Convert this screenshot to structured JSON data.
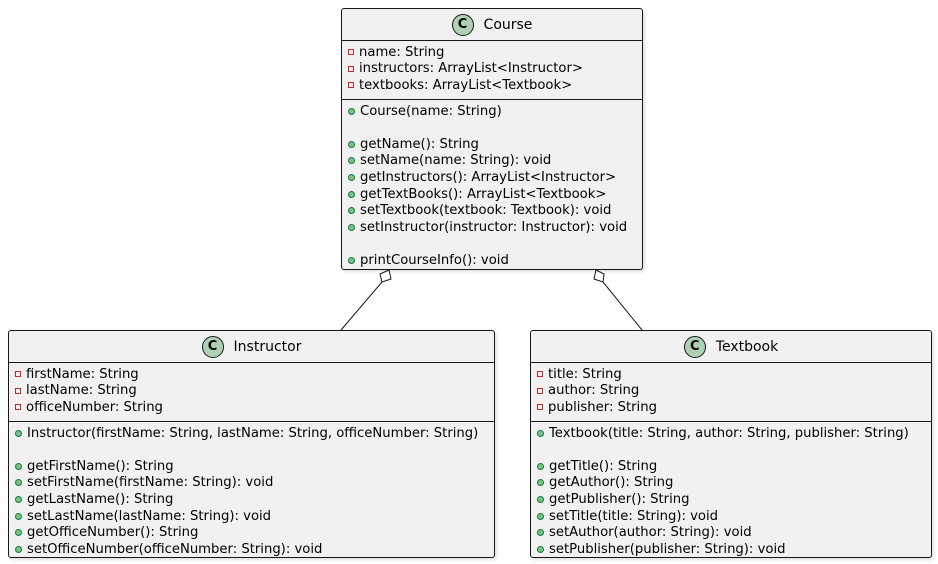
{
  "classes": {
    "course": {
      "stereotype_letter": "C",
      "name": "Course",
      "fields": [
        "name: String",
        "instructors: ArrayList<Instructor>",
        "textbooks: ArrayList<Textbook>"
      ],
      "methods": [
        "Course(name: String)",
        "",
        "getName(): String",
        "setName(name: String): void",
        "getInstructors(): ArrayList<Instructor>",
        "getTextBooks(): ArrayList<Textbook>",
        "setTextbook(textbook: Textbook): void",
        "setInstructor(instructor: Instructor): void",
        "",
        "printCourseInfo(): void"
      ]
    },
    "instructor": {
      "stereotype_letter": "C",
      "name": "Instructor",
      "fields": [
        "firstName: String",
        "lastName: String",
        "officeNumber: String"
      ],
      "methods": [
        "Instructor(firstName: String, lastName: String, officeNumber: String)",
        "",
        "getFirstName(): String",
        "setFirstName(firstName: String): void",
        "getLastName(): String",
        "setLastName(lastName: String): void",
        "getOfficeNumber(): String",
        "setOfficeNumber(officeNumber: String): void"
      ]
    },
    "textbook": {
      "stereotype_letter": "C",
      "name": "Textbook",
      "fields": [
        "title: String",
        "author: String",
        "publisher: String"
      ],
      "methods": [
        "Textbook(title: String, author: String, publisher: String)",
        "",
        "getTitle(): String",
        "getAuthor(): String",
        "getPublisher(): String",
        "setTitle(title: String): void",
        "setAuthor(author: String): void",
        "setPublisher(publisher: String): void"
      ]
    }
  },
  "relations": [
    {
      "from": "course",
      "to": "instructor",
      "type": "aggregation"
    },
    {
      "from": "course",
      "to": "textbook",
      "type": "aggregation"
    }
  ],
  "colors": {
    "class_fill": "#f1f1f1",
    "border": "#181818",
    "stereotype_icon": "#add1b2",
    "private_marker": "#c82930",
    "public_marker": "#84be84"
  }
}
